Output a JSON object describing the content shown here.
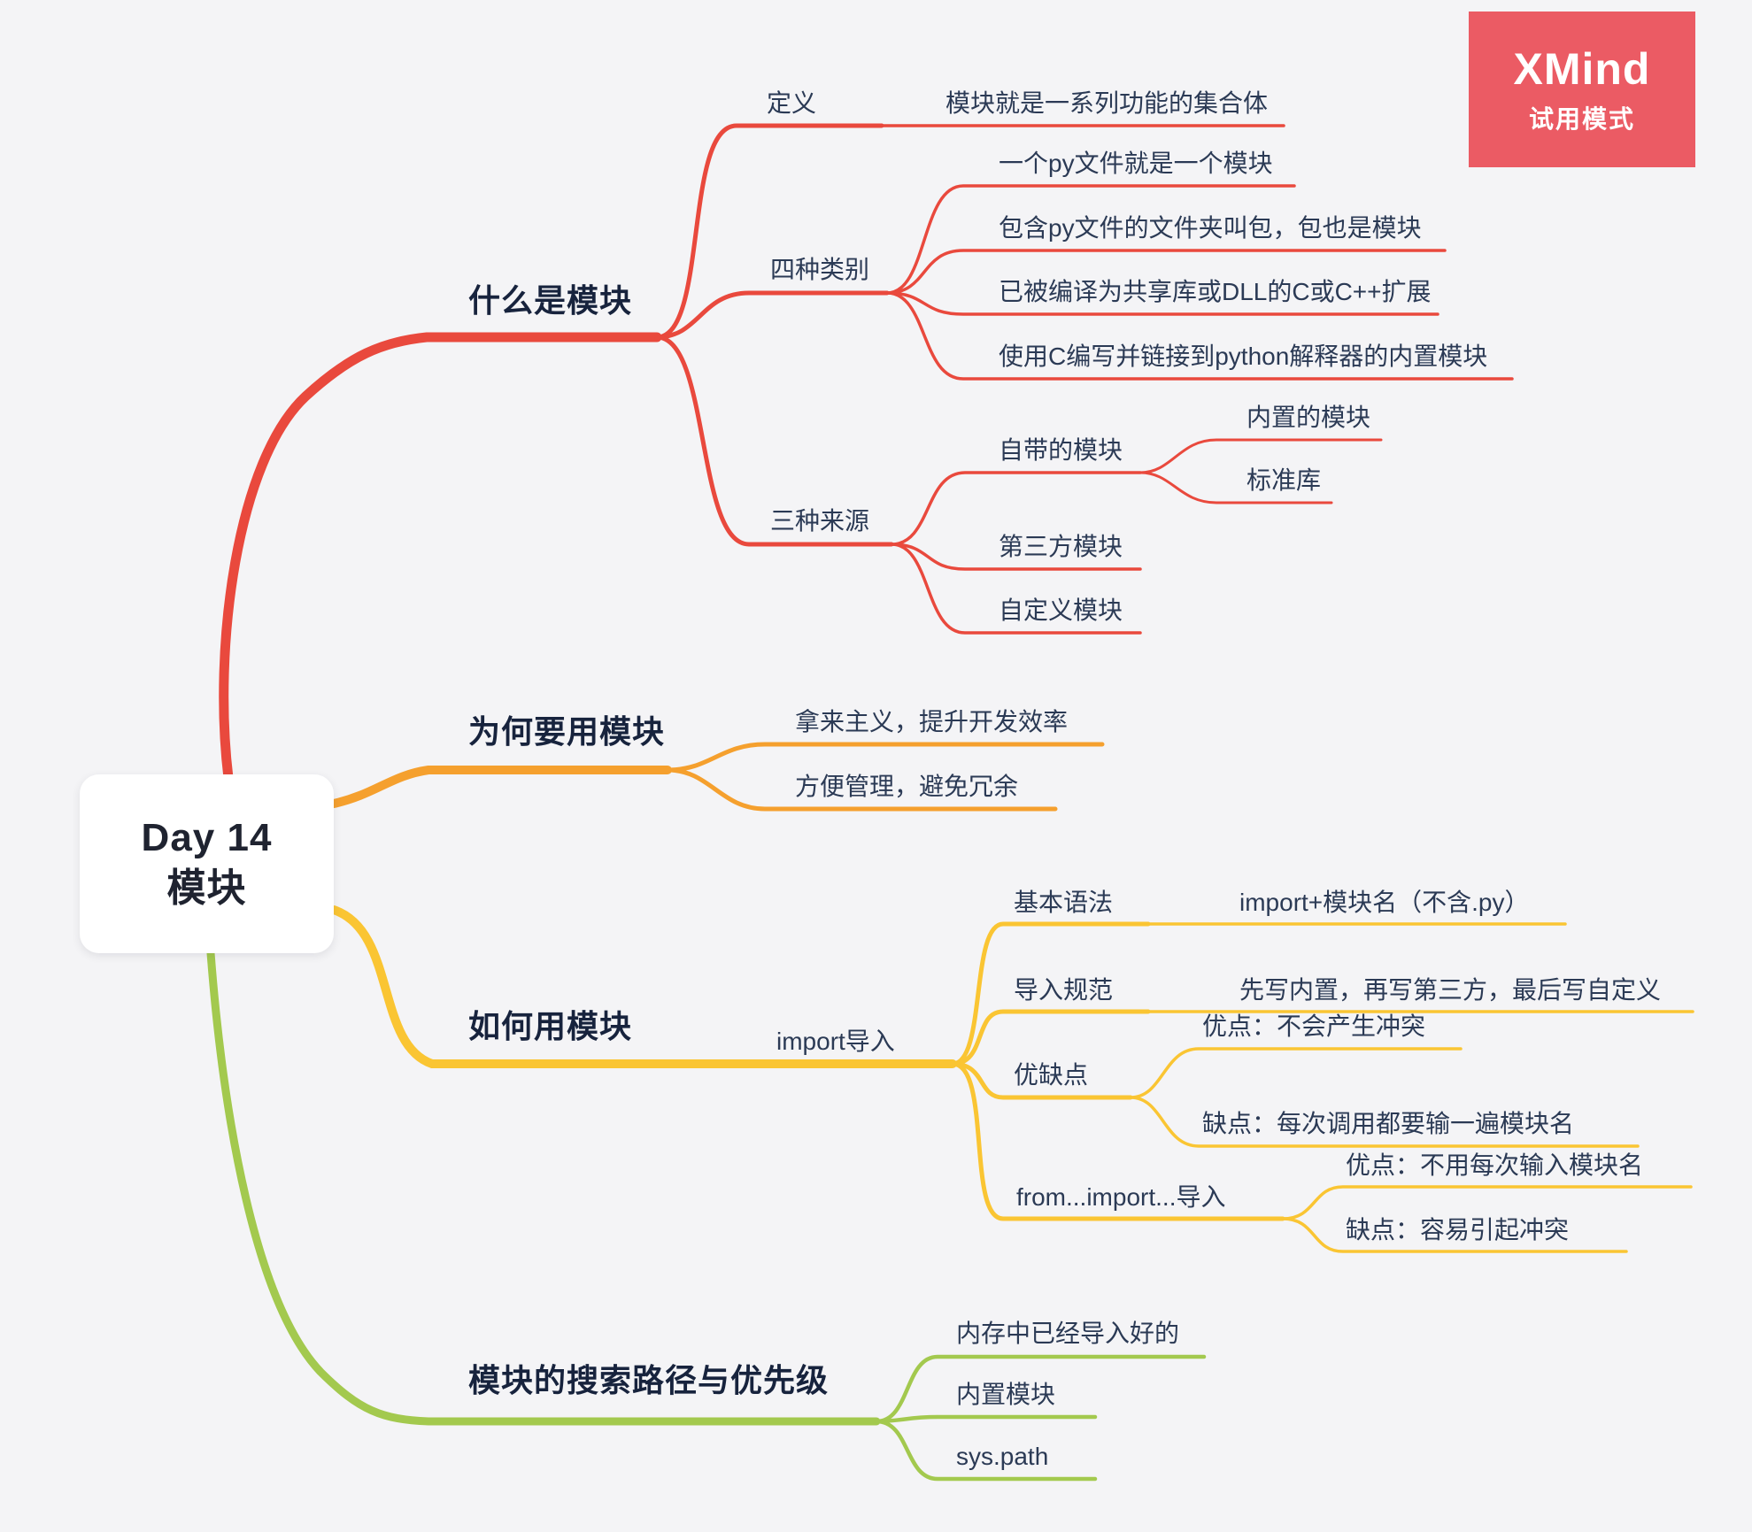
{
  "watermark": {
    "brand": "XMind",
    "mode": "试用模式"
  },
  "root": {
    "title_line1": "Day 14",
    "title_line2": "模块"
  },
  "colors": {
    "branch1": "#e9493d",
    "branch2": "#f5a02e",
    "branch3": "#fac533",
    "branch4": "#a3c94e",
    "background": "#f4f4f6",
    "watermark_bg": "#eb5b64"
  },
  "branches": [
    {
      "label": "什么是模块",
      "color": "#e9493d",
      "children": [
        {
          "label": "定义",
          "children": [
            {
              "label": "模块就是一系列功能的集合体"
            }
          ]
        },
        {
          "label": "四种类别",
          "children": [
            {
              "label": "一个py文件就是一个模块"
            },
            {
              "label": "包含py文件的文件夹叫包，包也是模块"
            },
            {
              "label": "已被编译为共享库或DLL的C或C++扩展"
            },
            {
              "label": "使用C编写并链接到python解释器的内置模块"
            }
          ]
        },
        {
          "label": "三种来源",
          "children": [
            {
              "label": "自带的模块",
              "children": [
                {
                  "label": "内置的模块"
                },
                {
                  "label": "标准库"
                }
              ]
            },
            {
              "label": "第三方模块"
            },
            {
              "label": "自定义模块"
            }
          ]
        }
      ]
    },
    {
      "label": "为何要用模块",
      "color": "#f5a02e",
      "children": [
        {
          "label": "拿来主义，提升开发效率"
        },
        {
          "label": "方便管理，避免冗余"
        }
      ]
    },
    {
      "label": "如何用模块",
      "color": "#fac533",
      "children": [
        {
          "label": "import导入",
          "children": [
            {
              "label": "基本语法",
              "children": [
                {
                  "label": "import+模块名（不含.py）"
                }
              ]
            },
            {
              "label": "导入规范",
              "children": [
                {
                  "label": "先写内置，再写第三方，最后写自定义"
                }
              ]
            },
            {
              "label": "优缺点",
              "children": [
                {
                  "label": "优点：不会产生冲突"
                },
                {
                  "label": "缺点：每次调用都要输一遍模块名"
                }
              ]
            },
            {
              "label": "from...import...导入",
              "children": [
                {
                  "label": "优点：不用每次输入模块名"
                },
                {
                  "label": "缺点：容易引起冲突"
                }
              ]
            }
          ]
        }
      ]
    },
    {
      "label": "模块的搜索路径与优先级",
      "color": "#a3c94e",
      "children": [
        {
          "label": "内存中已经导入好的"
        },
        {
          "label": "内置模块"
        },
        {
          "label": "sys.path"
        }
      ]
    }
  ]
}
